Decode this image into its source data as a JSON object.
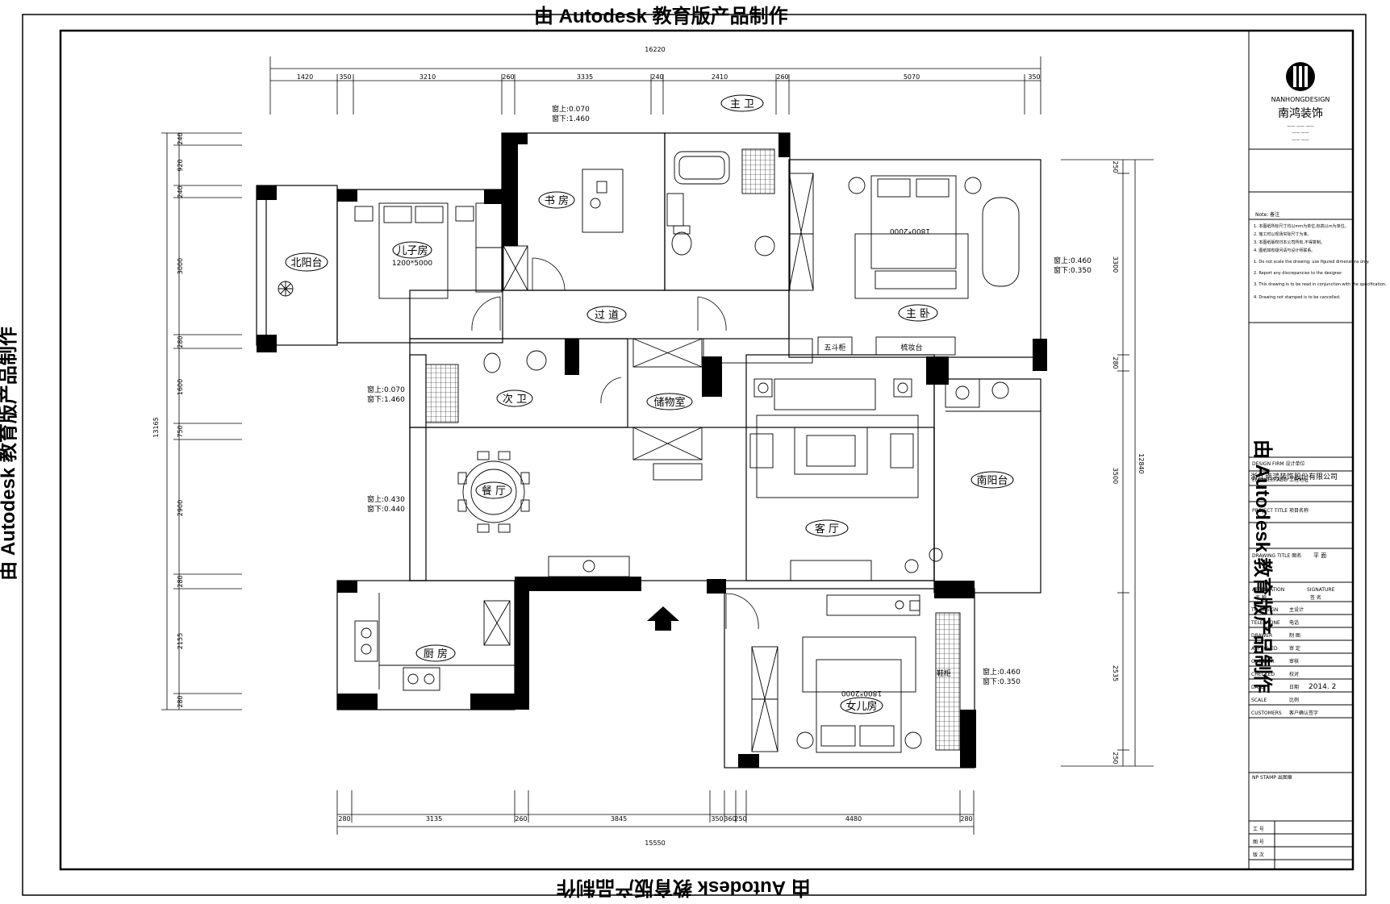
{
  "watermark": "由 Autodesk 教育版产品制作",
  "rooms": {
    "north_balcony": "北阳台",
    "son_room": "儿子房",
    "son_bed": "1200*5000",
    "study": "书 房",
    "master_bath": "主 卫",
    "master_bed_room": "主 卧",
    "master_bed": "1800*2000",
    "corridor": "过 道",
    "second_bath": "次 卫",
    "storage": "储物室",
    "dining": "餐 厅",
    "living": "客 厅",
    "south_balcony": "南阳台",
    "kitchen": "厨 房",
    "daughter_room": "女儿房",
    "daughter_bed": "1800*2000",
    "dresser": "梳妆台",
    "tv_cabinet": "五斗柜",
    "shoe_cabinet": "鞋柜"
  },
  "windows": {
    "study_window": [
      "窗上:0.070",
      "窗下:1.460"
    ],
    "master_window": [
      "窗上:0.460",
      "窗下:0.350"
    ],
    "bath2_window": [
      "窗上:0.070",
      "窗下:1.460"
    ],
    "dining_window": [
      "窗上:0.430",
      "窗下:0.440"
    ],
    "daughter_window": [
      "窗上:0.460",
      "窗下:0.350"
    ]
  },
  "dimensions": {
    "top_total": "16220",
    "top_segments": [
      "1420",
      "350",
      "3210",
      "260",
      "3335",
      "240",
      "2410",
      "260",
      "5070",
      "350"
    ],
    "bottom_total": "15550",
    "bottom_segments": [
      "280",
      "3135",
      "260",
      "3845",
      "350",
      "360",
      "250",
      "4480",
      "280"
    ],
    "left_total": "13165",
    "left_segments": [
      "240",
      "920",
      "240",
      "3000",
      "280",
      "1600",
      "750",
      "2900",
      "280",
      "2155",
      "280"
    ],
    "right_total": "12840",
    "right_segments": [
      "250",
      "3300",
      "280",
      "3500",
      "2535",
      "250"
    ]
  },
  "title_block": {
    "company_en": "NANHONGDESIGN",
    "company_cn": "南鸿装饰",
    "notes_header": "Note: 备注",
    "notes": [
      "1. 本图纸所标尺寸均以mm为单位,标高以m为单位。",
      "2. 施工时以现场实际尺寸为准。",
      "3. 本图纸版权归本公司所有,不得复制。",
      "4. 图纸如有疑问请与设计师联系。",
      "1. Do not scale the drawing; use figured dimensions only.",
      "2. Report any discrepancies to the designer.",
      "3. This drawing is to be read in conjunction with the specification.",
      "4. Drawing not stamped is to be cancelled."
    ],
    "design_firm_label": "DESIGN FIRM  设计单位",
    "design_firm": "浙江南鸿装饰股份有限公司",
    "engineer_label": "ENGINEERADD  工程地址",
    "project_label": "PROJECT TITLE  项目名称",
    "drawing_title_label": "DRAWING TITLE  图名",
    "drawing_title_value": "平 面",
    "appellation": "APPELLATION",
    "signature": "SIGNATURE",
    "appellation_cn": "名 称",
    "signature_cn": "签 名",
    "rows": [
      {
        "label": "TO DESIGN",
        "cn": "主设计"
      },
      {
        "label": "TELEPHONE",
        "cn": "电话"
      },
      {
        "label": "DRAWER",
        "cn": "制 图"
      },
      {
        "label": "APPROVED",
        "cn": "审 定"
      },
      {
        "label": "CHECKER",
        "cn": "审核"
      },
      {
        "label": "CHECKED",
        "cn": "校对"
      },
      {
        "label": "DATE",
        "cn": "日期",
        "value": "2014. 2"
      },
      {
        "label": "SCALE",
        "cn": "比例"
      },
      {
        "label": "CUSTOMERS",
        "cn": "客户确认签字"
      }
    ],
    "stamp_label": "NP STAMP  出图章",
    "bottom_rows": [
      "工 号",
      "图 号",
      "版 次"
    ]
  },
  "colors": {
    "line": "#000000",
    "paper": "#ffffff",
    "fill": "#000000"
  }
}
